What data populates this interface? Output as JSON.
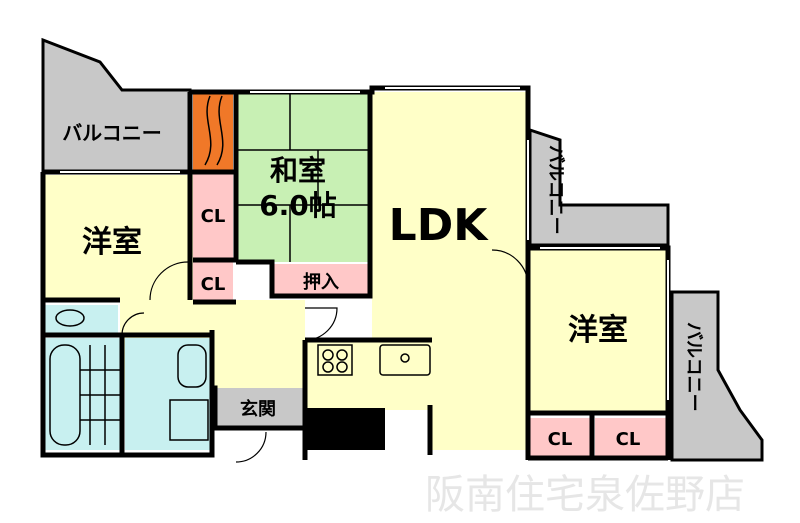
{
  "rooms": {
    "balcony_top_left": "バルコニー",
    "balcony_right_top": "バルコニー",
    "balcony_right_bottom": "バルコニー",
    "washitsu_name": "和室",
    "washitsu_size": "6.0帖",
    "youshitsu_left": "洋室",
    "youshitsu_right": "洋室",
    "ldk": "LDK",
    "closet_upper": "CL",
    "closet_lower": "CL",
    "closet_right_a": "CL",
    "closet_right_b": "CL",
    "oshiire": "押入",
    "genkan": "玄関"
  },
  "watermark": "阪南住宅泉佐野店",
  "colors": {
    "balcony": "#c8c8c8",
    "washitsu": "#c8f0b4",
    "room": "#ffffc8",
    "closet": "#ffc8c8",
    "bath": "#c8f0f0",
    "shoe_box": "#f07828",
    "wall": "#000000"
  }
}
